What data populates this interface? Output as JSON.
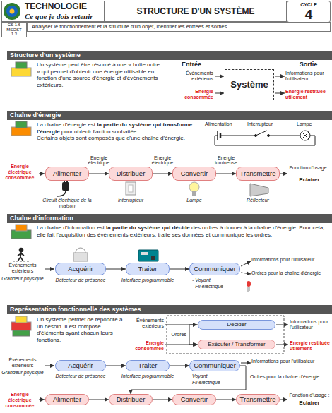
{
  "diagram": {
    "title": "STRUCTURE D'UN SYSTÈME",
    "nodes": [
      {
        "text": [
          "TECHNOLOGIE",
          "Ce que je dois retenir"
        ]
      },
      {
        "text": [
          "CYCLE",
          "4"
        ]
      },
      {
        "text": [
          "CS 1.6 MSOST 1.3"
        ]
      },
      {
        "text": [
          "Analyser le fonctionnement et la structure d'un objet, identifier les entrées et sorties."
        ]
      },
      {
        "text": [
          "Structure d'un système"
        ]
      },
      {
        "text": [
          "Système"
        ]
      },
      {
        "text": [
          "Chaîne d'énergie"
        ]
      },
      {
        "text": [
          "Alimenter"
        ]
      },
      {
        "text": [
          "Distribuer"
        ]
      },
      {
        "text": [
          "Convertir"
        ]
      },
      {
        "text": [
          "Transmettre"
        ]
      },
      {
        "text": [
          "Chaîne d'information"
        ]
      },
      {
        "text": [
          "Acquérir"
        ]
      },
      {
        "text": [
          "Traiter"
        ]
      },
      {
        "text": [
          "Communiquer"
        ]
      },
      {
        "text": [
          "Représentation fonctionnelle des systèmes"
        ]
      },
      {
        "text": [
          "Décider"
        ]
      },
      {
        "text": [
          "Exécuter / Transformer"
        ]
      },
      {
        "text": [
          "Acquérir"
        ]
      },
      {
        "text": [
          "Traiter"
        ]
      },
      {
        "text": [
          "Communiquer"
        ]
      },
      {
        "text": [
          "Alimenter"
        ]
      },
      {
        "text": [
          "Distribuer"
        ]
      },
      {
        "text": [
          "Convertir"
        ]
      },
      {
        "text": [
          "Transmettre"
        ]
      }
    ],
    "edges": [
      {
        "from": 7,
        "to": 8,
        "label": "Energie électrique",
        "arrow": "to"
      },
      {
        "from": 8,
        "to": 9,
        "label": "Energie électrique",
        "arrow": "to"
      },
      {
        "from": 9,
        "to": 10,
        "label": "Energie lumineuse",
        "arrow": "to"
      },
      {
        "from": 12,
        "to": 13,
        "arrow": "to"
      },
      {
        "from": 13,
        "to": 14,
        "arrow": "to"
      },
      {
        "from": 16,
        "to": 17,
        "label": "Ordres",
        "arrow": "to"
      },
      {
        "from": 18,
        "to": 19,
        "arrow": "to"
      },
      {
        "from": 19,
        "to": 20,
        "arrow": "to"
      },
      {
        "from": 20,
        "to": 22,
        "arrow": "to"
      },
      {
        "from": 21,
        "to": 22,
        "arrow": "to"
      },
      {
        "from": 22,
        "to": 23,
        "arrow": "to"
      },
      {
        "from": 23,
        "to": 24,
        "arrow": "to"
      }
    ],
    "labels": [
      "Un système peut être résumé à une « boîte noire » qui permet d'obtenir une énergie utilisable en fonction d'une source d'énergie et d'évènements extérieurs.",
      "Entrée",
      "Sortie",
      "Événements extérieurs",
      "Energie consommée",
      "Informations pour l'utilisateur",
      "Energie restituée utilement",
      "La chaîne d'énergie est",
      "la partie du système qui transforme l'énergie",
      "pour obtenir l'action souhaitée.",
      "Certains objets sont composés que d'une chaîne d'énergie.",
      "Alimentation",
      "Interrupteur",
      "Lampe",
      "Energie électrique consommée",
      "Circuit électrique de la maison",
      "Interrupteur",
      "Lampe",
      "Réflecteur",
      "Fonction d'usage :",
      "Eclairer",
      "La chaîne d'information est",
      "la partie du système qui décide",
      "des ordres à donner à la chaîne d'énergie. Pour cela, elle fait l'acquisition des évènements extérieurs, traite ses données et communique les ordres.",
      "Événements extérieurs",
      "Grandeur physique",
      "Détecteur de présence",
      "Interface programmable",
      "- Voyant",
      "- Fil électrique",
      "Informations pour l'utilisateur",
      "Ordres pour la chaîne d'énergie",
      "Un système permet de répondre à un besoin.",
      "Il est composé d'éléments ayant chacun leurs fonctions.",
      "Événements extérieurs",
      "Energie consommée",
      "Informations pour l'utilisateur",
      "Energie restituée utilement",
      "Événements extérieurs",
      "Grandeur physique",
      "Détecteur de présence",
      "Interface programmable",
      "Voyant",
      "Fil électrique",
      "Informations pour l'utilisateur",
      "Ordres pour la chaîne d'énergie",
      "Energie électrique consommée",
      "Fonction d'usage :",
      "Eclairer"
    ]
  }
}
